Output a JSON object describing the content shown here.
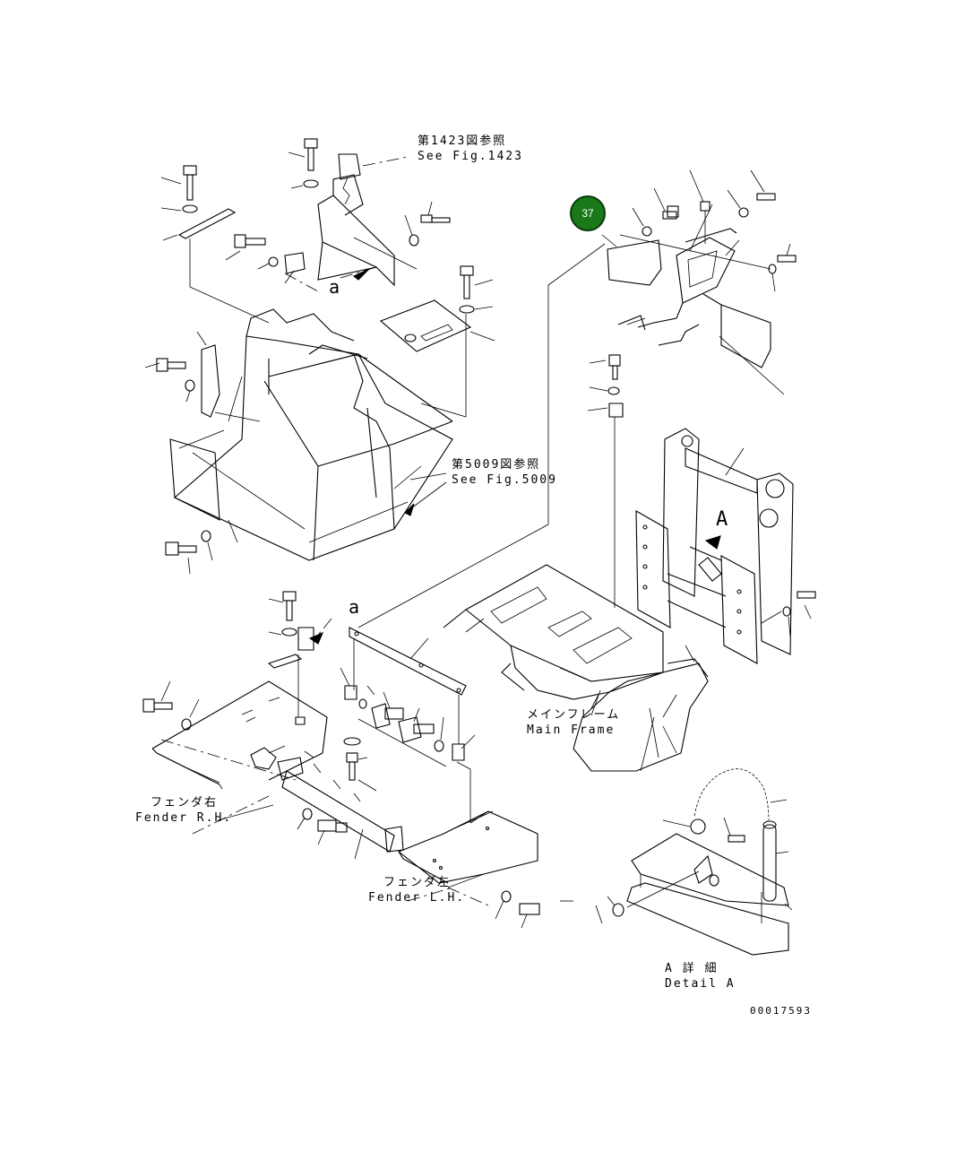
{
  "refs": {
    "fig1423_jp": "第1423図参照",
    "fig1423_en": "See Fig.1423",
    "fig5009_jp": "第5009図参照",
    "fig5009_en": "See Fig.5009"
  },
  "view_marks": {
    "a_upper": "a",
    "a_lower": "a",
    "A_arrow": "A"
  },
  "labels": {
    "main_frame_jp": "メインフレーム",
    "main_frame_en": "Main Frame",
    "fender_rh_jp": "フェンダ右",
    "fender_rh_en": "Fender R.H.",
    "fender_lh_jp": "フェンダ左",
    "fender_lh_en": "Fender L.H.",
    "detail_a_jp": "A 詳 細",
    "detail_a_en": "Detail A"
  },
  "callout": {
    "number": "37",
    "color": "#1a7a1a"
  },
  "drawing_number": "00017593"
}
